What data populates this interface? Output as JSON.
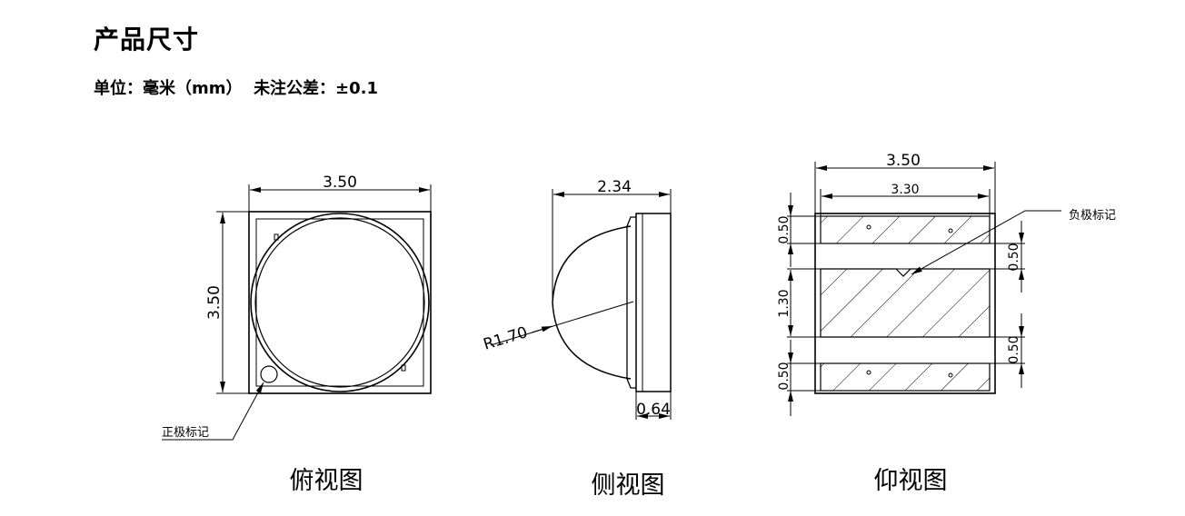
{
  "header": {
    "title": "产品尺寸",
    "unit_label": "单位：毫米（mm）",
    "tolerance_label": "未注公差：±0.1"
  },
  "top_view": {
    "label": "俯视图",
    "width_dim": "3.50",
    "height_dim": "3.50",
    "callout": "正极标记"
  },
  "side_view": {
    "label": "侧视图",
    "width_dim": "2.34",
    "radius_dim": "R1.70",
    "base_dim": "0.64"
  },
  "bottom_view": {
    "label": "仰视图",
    "outer_width_dim": "3.50",
    "inner_width_dim": "3.30",
    "pad_top_dim": "0.50",
    "gap_top_dim": "0.50",
    "center_pad_dim": "1.30",
    "gap_bottom_dim": "0.50",
    "pad_bottom_dim": "0.50",
    "callout": "负极标记"
  }
}
